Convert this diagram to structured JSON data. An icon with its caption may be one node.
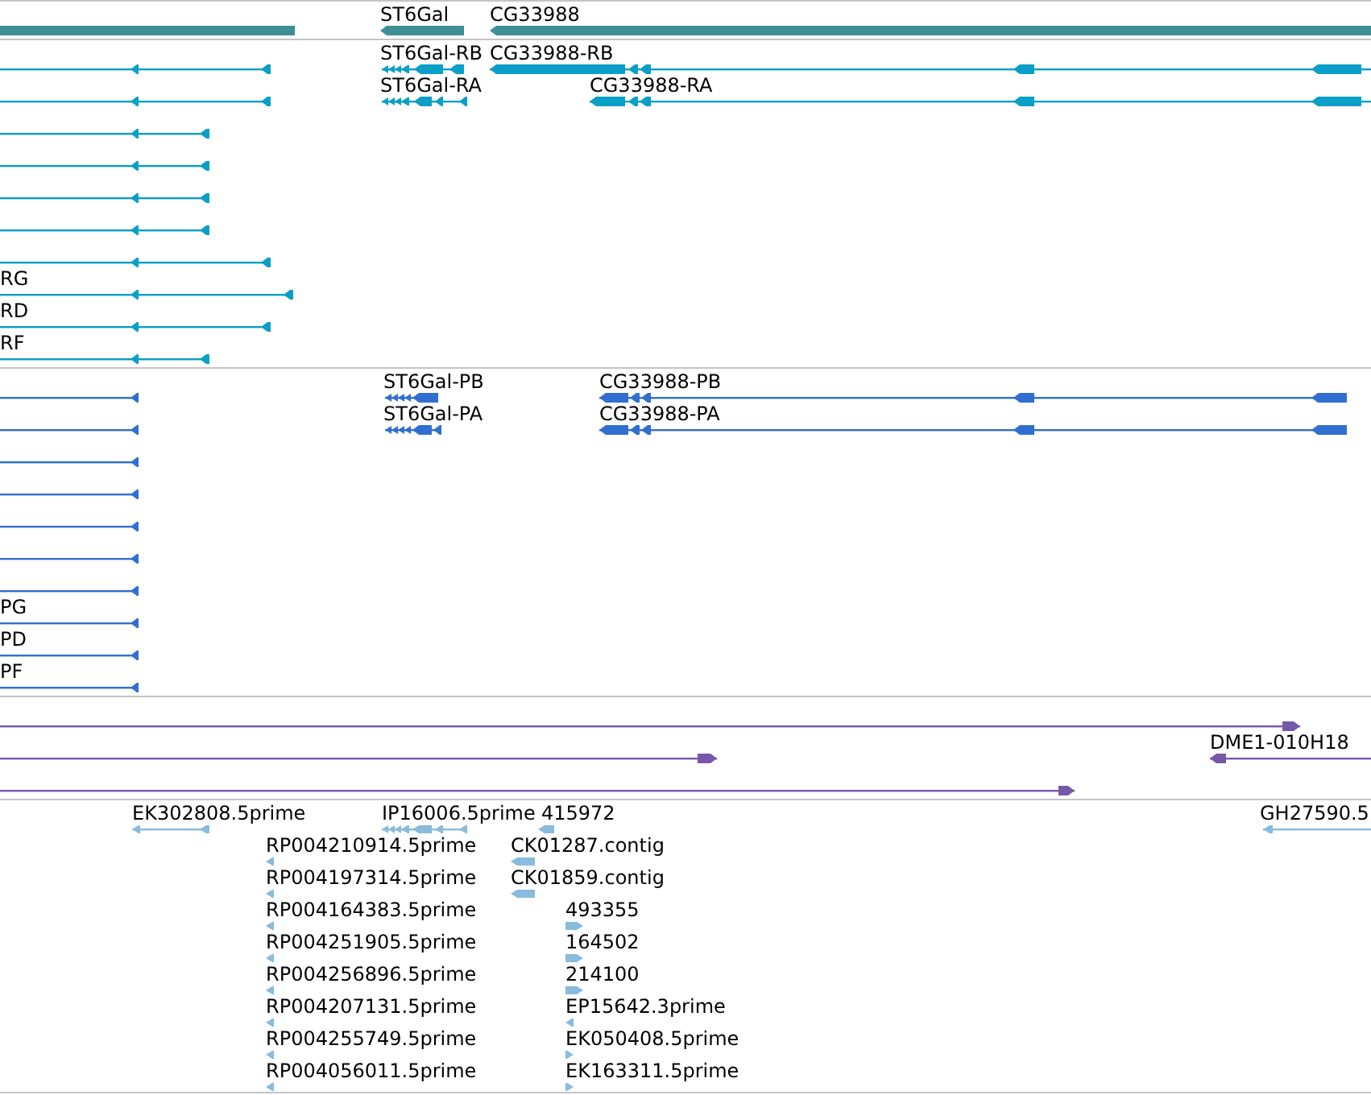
{
  "diagram": {
    "labels": [
      "ST6Gal",
      "CG33988",
      "ST6Gal-RB",
      "CG33988-RB",
      "ST6Gal-RA",
      "CG33988-RA",
      "RG",
      "RD",
      "RF",
      "ST6Gal-PB",
      "CG33988-PB",
      "ST6Gal-PA",
      "CG33988-PA",
      "PG",
      "PD",
      "PF",
      "DME1-010H18",
      "EK302808.5prime",
      "IP16006.5prime",
      "415972",
      "GH27590.5",
      "RP004210914.5prime",
      "CK01287.contig",
      "RP004197314.5prime",
      "CK01859.contig",
      "RP004164383.5prime",
      "493355",
      "RP004251905.5prime",
      "164502",
      "RP004256896.5prime",
      "214100",
      "RP004207131.5prime",
      "EP15642.3prime",
      "RP004255749.5prime",
      "EK050408.5prime",
      "RP004056011.5prime",
      "EK163311.5prime"
    ]
  }
}
